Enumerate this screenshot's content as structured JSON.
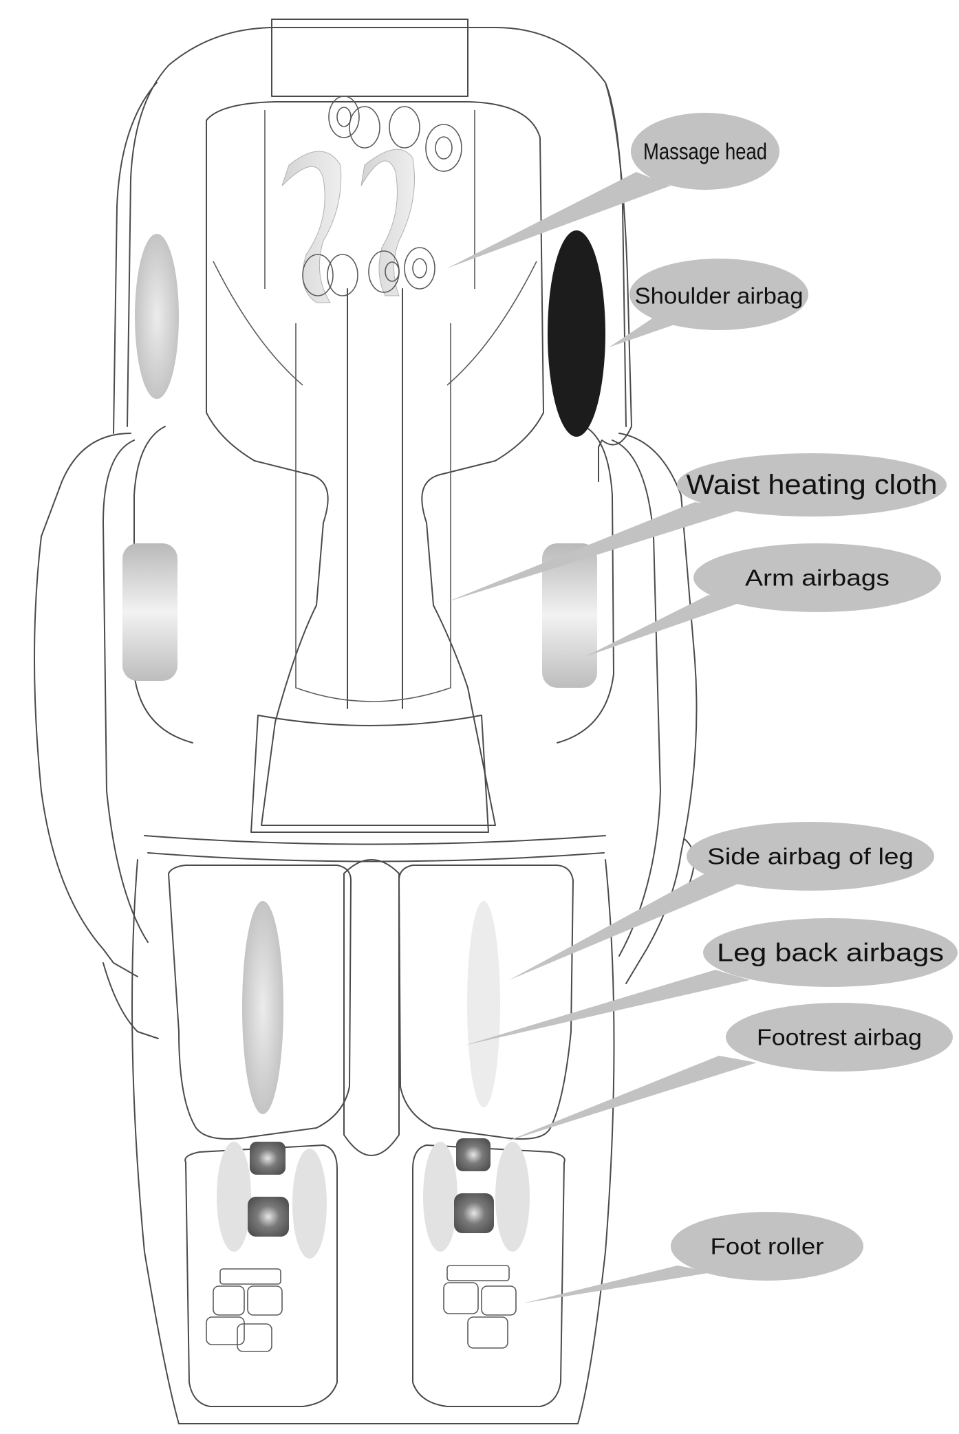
{
  "diagram": {
    "labels": [
      {
        "id": "massage-head",
        "text": "Massage head"
      },
      {
        "id": "shoulder-airbag",
        "text": "Shoulder airbag"
      },
      {
        "id": "waist-heating-cloth",
        "text": "Waist heating cloth"
      },
      {
        "id": "arm-airbags",
        "text": "Arm airbags"
      },
      {
        "id": "side-airbag-of-leg",
        "text": "Side airbag of leg"
      },
      {
        "id": "leg-back-airbags",
        "text": "Leg back airbags"
      },
      {
        "id": "footrest-airbag",
        "text": "Footrest airbag"
      },
      {
        "id": "foot-roller",
        "text": "Foot roller"
      }
    ]
  }
}
